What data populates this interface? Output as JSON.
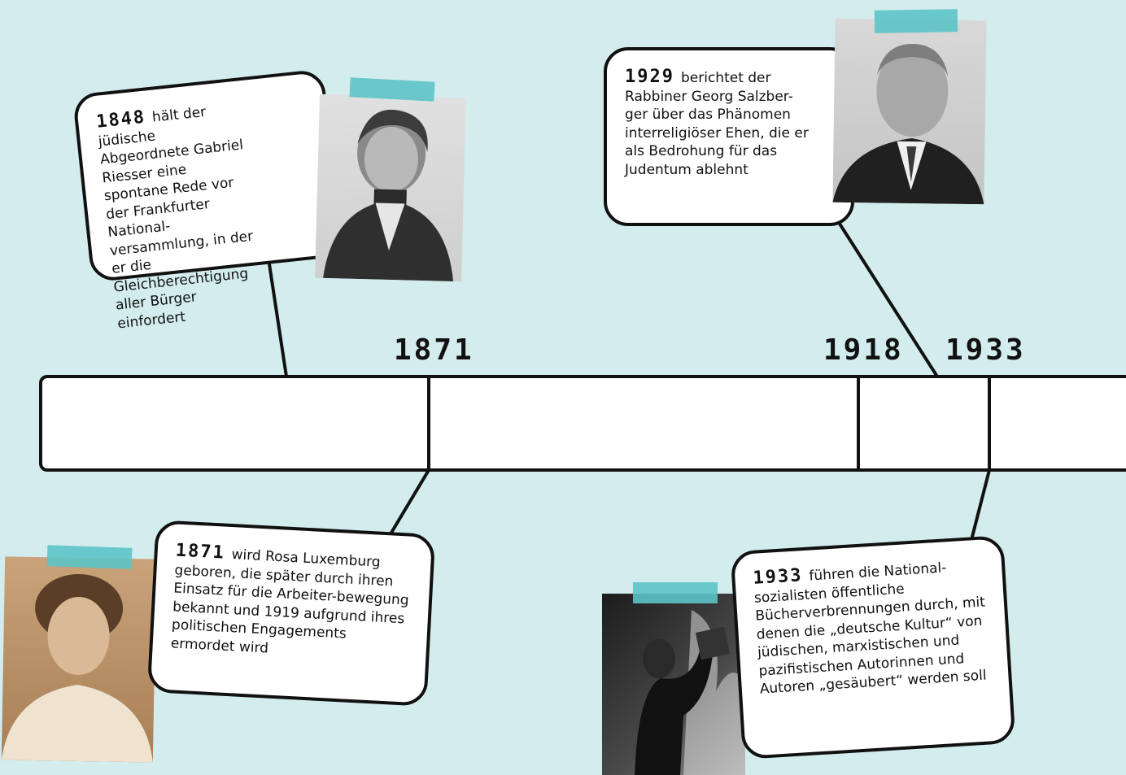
{
  "timeline": {
    "ticks": [
      "1871",
      "1918",
      "1933"
    ]
  },
  "events": [
    {
      "year": "1848",
      "text": "hält der jüdische Abgeordnete Gabriel Riesser eine spontane Rede vor der Frankfurter National-versammlung, in der er die Gleichberechtigung aller Bürger einfordert",
      "photo_icon": "portrait-gabriel-riesser"
    },
    {
      "year": "1929",
      "text": "berichtet der Rabbiner Georg Salzber-ger über das Phänomen interreligiöser Ehen, die er als Bedrohung für das Judentum ablehnt",
      "photo_icon": "portrait-georg-salzberger"
    },
    {
      "year": "1871",
      "text": "wird Rosa Luxemburg geboren, die später durch ihren Einsatz für die Arbeiter-bewegung bekannt und 1919 aufgrund ihres politischen Engagements ermordet wird",
      "photo_icon": "portrait-rosa-luxemburg"
    },
    {
      "year": "1933",
      "text": "führen die National-sozialisten öffentliche Bücherverbrennungen durch, mit denen die „deutsche Kultur“ von jüdischen, marxistischen und pazifistischen Autorinnen und Autoren „gesäubert“ werden soll",
      "photo_icon": "book-burning-photo"
    }
  ],
  "colors": {
    "background": "#d3ecee",
    "tape": "#5cc4c6",
    "line": "#111111",
    "card": "#ffffff",
    "sepia_photo": "#b48e62"
  }
}
